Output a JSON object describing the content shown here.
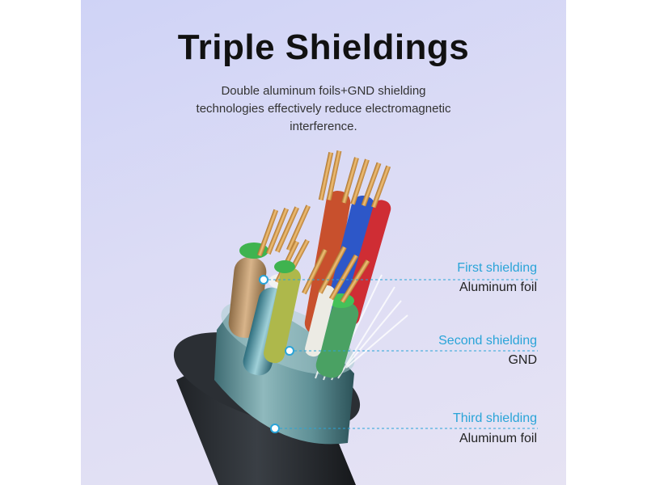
{
  "header": {
    "title": "Triple Shieldings",
    "description_lines": [
      "Double aluminum foils+GND shielding",
      "technologies effectively reduce electromagnetic",
      "interference."
    ]
  },
  "callouts": [
    {
      "name": "First shielding",
      "detail": "Aluminum foil"
    },
    {
      "name": "Second shielding",
      "detail": "GND"
    },
    {
      "name": "Third shielding",
      "detail": "Aluminum foil"
    }
  ],
  "colors": {
    "accent": "#2aa4d8",
    "background": "#d6d8f5"
  }
}
